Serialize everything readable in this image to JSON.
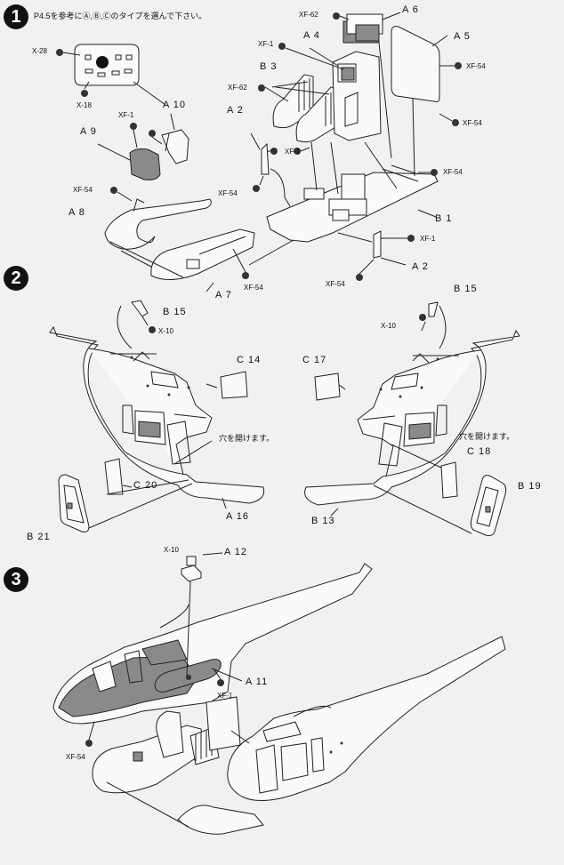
{
  "steps": [
    {
      "number": "1",
      "note": "P4.5を参考にⒶ,Ⓑ,Ⓒのタイプを選んで下さい。"
    },
    {
      "number": "2",
      "note_left": "穴を開けます。",
      "note_right": "穴を開けます。"
    },
    {
      "number": "3"
    }
  ],
  "part_labels": {
    "a6": "A 6",
    "a5": "A 5",
    "a4": "A 4",
    "b3": "B 3",
    "a10": "A 10",
    "a9": "A 9",
    "a2_top": "A 2",
    "a8": "A 8",
    "b1": "B 1",
    "a2_bottom": "A 2",
    "a7": "A 7",
    "b15_left": "B 15",
    "b15_right": "B 15",
    "c14": "C 14",
    "c17": "C 17",
    "c20": "C 20",
    "c18": "C 18",
    "b19": "B 19",
    "b21": "B 21",
    "a16": "A 16",
    "b13": "B 13",
    "a12": "A 12",
    "a11": "A 11"
  },
  "screw_labels": {
    "xf62_top": "XF-62",
    "x28": "X-28",
    "xf1_a4": "XF-1",
    "xf54_a5": "XF-54",
    "x18": "X-18",
    "xf62_b3": "XF-62",
    "xf54_b3": "XF-54",
    "xf1_a10": "XF-1",
    "xf1_a2": "XF-1",
    "xf54_b1": "XF-54",
    "xf54_a2": "XF-54",
    "xf54_a8": "XF-54",
    "xf1_b1": "XF-1",
    "xf54_a7": "XF-54",
    "xf54_bottom": "XF-54",
    "x10_left": "X-10",
    "x10_right": "X-10",
    "x10_a12": "X-10",
    "xf1_a11": "XF-1",
    "xf54_step3": "XF-54"
  }
}
